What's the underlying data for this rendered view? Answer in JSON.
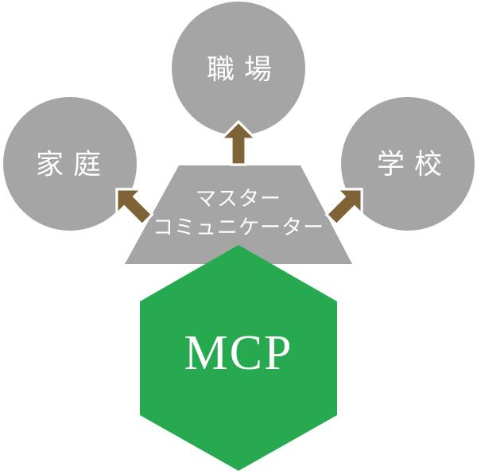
{
  "diagram": {
    "type": "concept-diagram",
    "colors": {
      "shape_gray": "#a5a5a5",
      "hexagon_green": "#26a94f",
      "arrow_brown": "#7d6336",
      "arrow_outline": "#ffffff",
      "label_white": "#ffffff",
      "background": "#ffffff"
    },
    "nodes": {
      "workplace": {
        "label": "職場"
      },
      "home": {
        "label": "家庭"
      },
      "school": {
        "label": "学校"
      },
      "communicator": {
        "line1": "マスター",
        "line2": "コミュニケーター"
      },
      "mcp": {
        "label": "MCP"
      }
    },
    "icons": {
      "arrow_up": "arrow-up-icon",
      "arrow_up_left": "arrow-up-left-icon",
      "arrow_up_right": "arrow-up-right-icon"
    }
  }
}
